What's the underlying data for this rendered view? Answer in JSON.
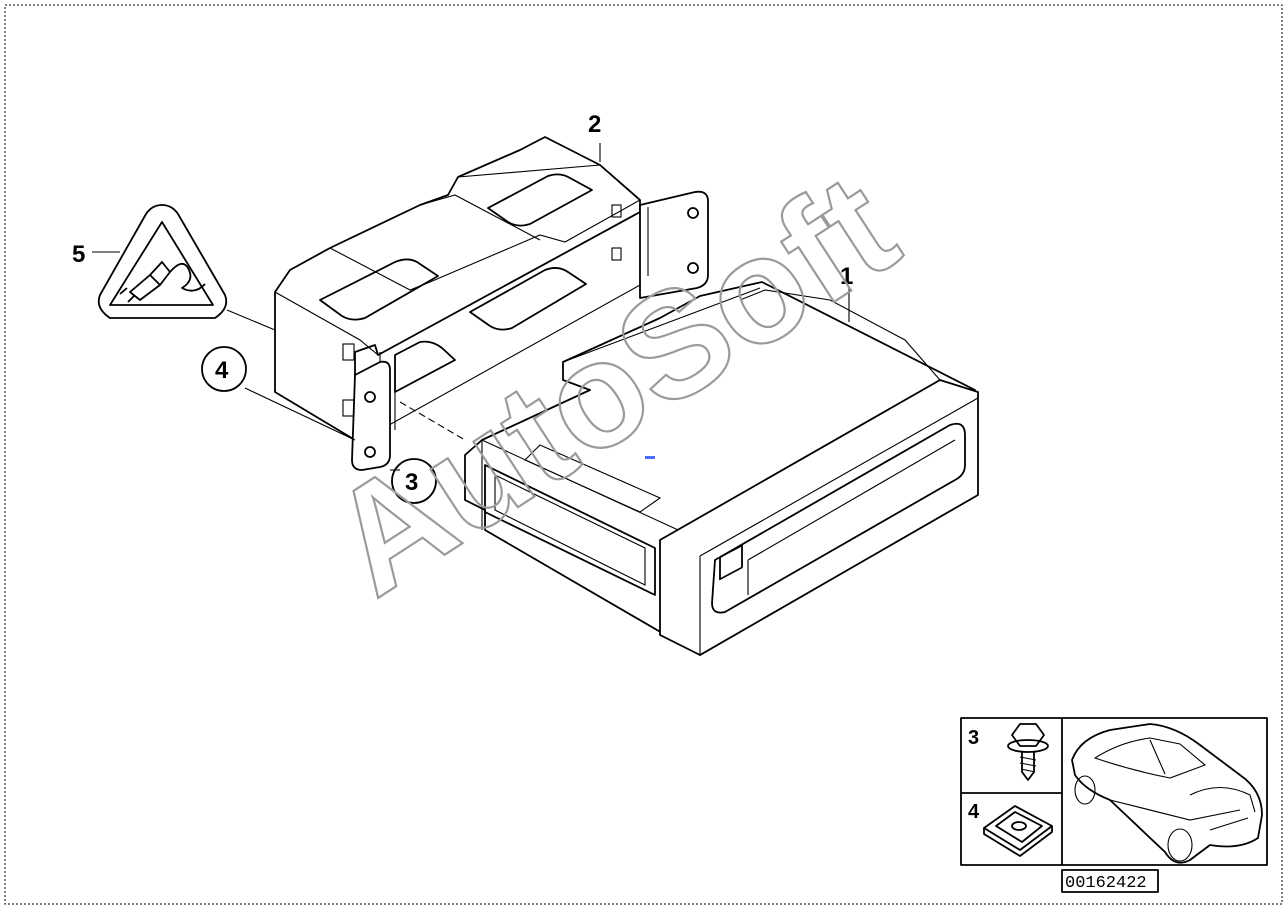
{
  "diagram": {
    "callouts": {
      "part1": "1",
      "part2": "2",
      "part3": "3",
      "part4": "4",
      "part5": "5"
    },
    "inset": {
      "part3": "3",
      "part4": "4"
    },
    "watermark": "AutoSoft",
    "part_number": "00162422"
  },
  "icons": [
    "warning-triangle-plug-icon",
    "screw-icon",
    "clip-nut-icon",
    "car-outline-icon"
  ],
  "colors": {
    "line": "#000000",
    "watermark": "#9a9a9a",
    "background": "#ffffff"
  }
}
